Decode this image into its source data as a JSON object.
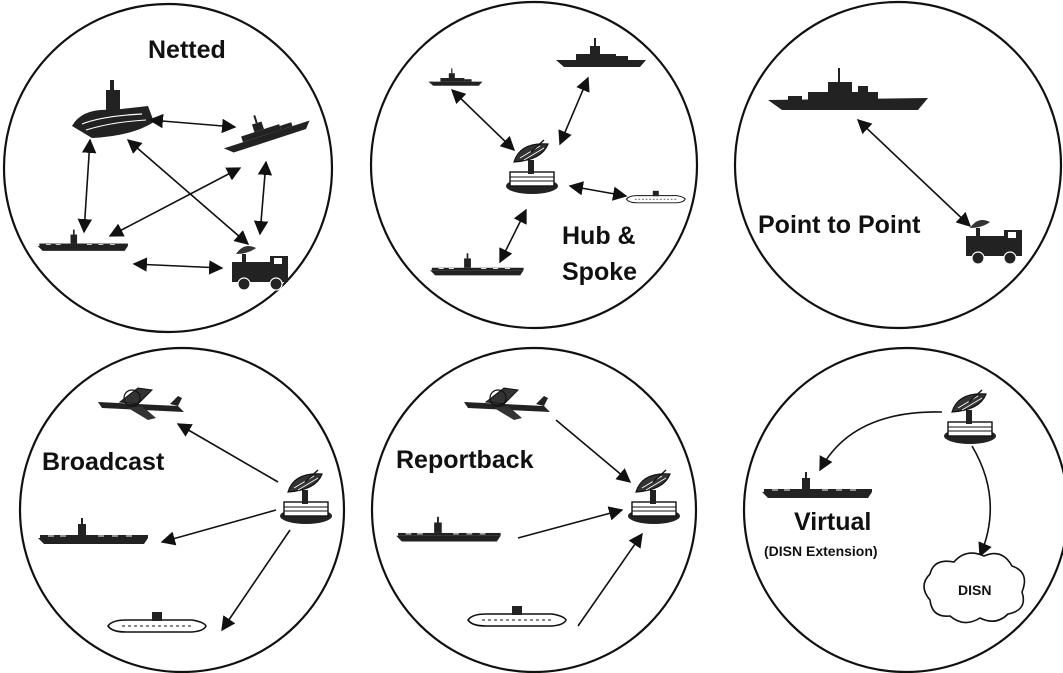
{
  "diagrams": {
    "netted": {
      "title": "Netted"
    },
    "hub_spoke": {
      "title_line1": "Hub &",
      "title_line2": "Spoke"
    },
    "point_to_point": {
      "title": "Point to Point"
    },
    "broadcast": {
      "title": "Broadcast"
    },
    "reportback": {
      "title": "Reportback"
    },
    "virtual": {
      "title": "Virtual",
      "subtitle": "(DISN Extension)",
      "cloud_label": "DISN"
    }
  },
  "colors": {
    "ink": "#111111",
    "background": "#ffffff"
  },
  "icons": [
    "aircraft-carrier-icon",
    "destroyer-icon",
    "cruiser-icon",
    "submarine-icon",
    "satellite-dish-station-icon",
    "mobile-terminal-truck-icon",
    "aircraft-icon",
    "cloud-icon"
  ]
}
